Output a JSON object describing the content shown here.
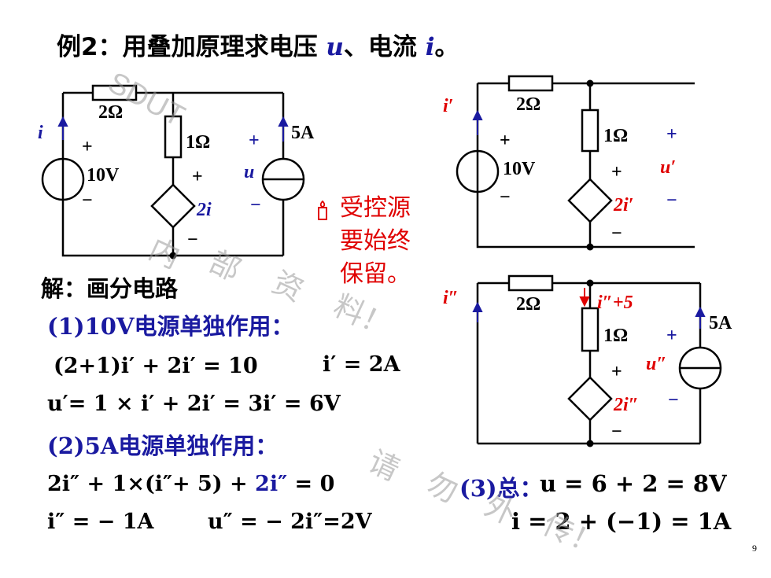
{
  "title": {
    "prefix": "例2：用叠加原理求电压 ",
    "u": "u",
    "mid": "、电流 ",
    "i": "i",
    "end": "。"
  },
  "note_lines": [
    "受控源",
    "要始终",
    "保留。"
  ],
  "solution": {
    "heading": "解：画分电路",
    "step1_title": "(1)10V电源单独作用：",
    "eq1": "(2+1)i′ + 2i′ = 10",
    "eq1_result": "i′ = 2A",
    "eq2": "u′= 1 × i′ + 2i′ = 3i′ = 6V",
    "step2_title": "(2)5A电源单独作用：",
    "eq3_part1": "2i″ + 1×(i″+ 5) + ",
    "eq3_part2": "2i″",
    "eq3_part3": " = 0",
    "eq4": "i″ = − 1A",
    "eq4b": "u″ = − 2i″=2V",
    "total_label": "(3)总：",
    "total_u": "u = 6 + 2 = 8V",
    "total_i": "i = 2 + (−1) = 1A"
  },
  "circuit1": {
    "r2": "2Ω",
    "r1": "1Ω",
    "vsrc": "10V",
    "isrc": "5A",
    "cur": "i",
    "volt": "u",
    "dep": "2i",
    "plus": "+",
    "minus": "−"
  },
  "circuit2": {
    "r2": "2Ω",
    "r1": "1Ω",
    "vsrc": "10V",
    "cur": "i′",
    "volt": "u′",
    "dep": "2i′",
    "plus": "+",
    "minus": "−"
  },
  "circuit3": {
    "r2": "2Ω",
    "r1": "1Ω",
    "isrc": "5A",
    "cur": "i″",
    "branch": "i″+5",
    "volt": "u″",
    "dep": "2i″",
    "plus": "+",
    "minus": "−"
  },
  "watermark": [
    "SDUT",
    "内",
    "部",
    "资",
    "料！",
    "请",
    "勿",
    "外",
    "传！"
  ],
  "page_number": "9",
  "colors": {
    "blue": "#1a1aa0",
    "red": "#e00000",
    "watermark": "#9a9a9a"
  }
}
